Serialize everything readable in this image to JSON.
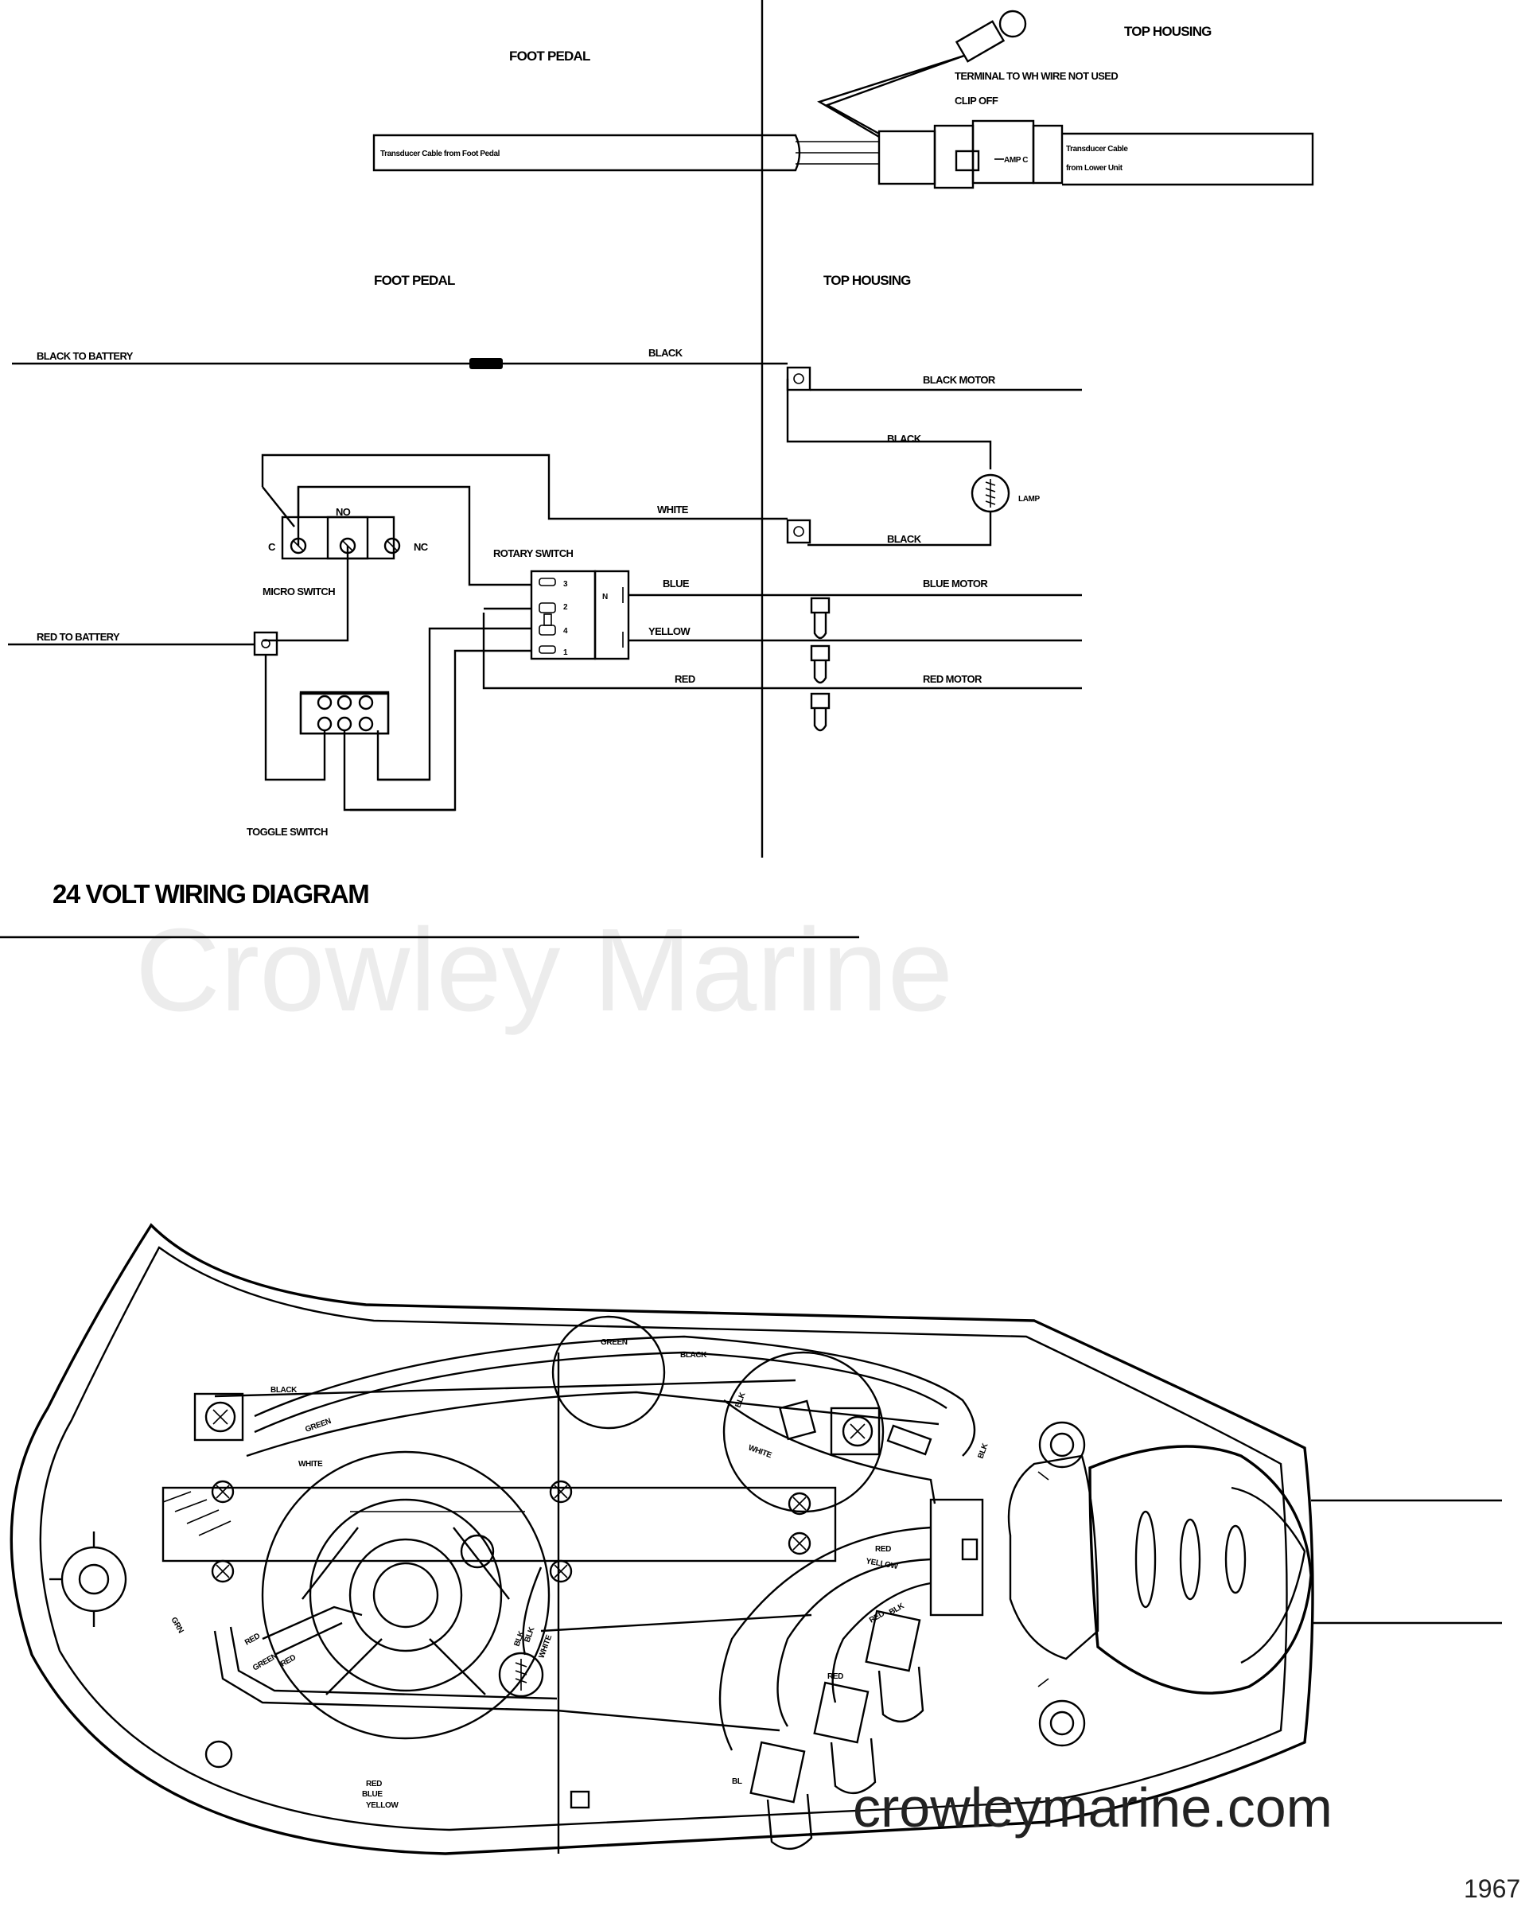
{
  "watermark": "Crowley Marine",
  "transducer_diagram": {
    "foot_pedal_header": "FOOT PEDAL",
    "top_housing_header": "TOP HOUSING",
    "terminal_note": "TERMINAL TO WH WIRE NOT USED",
    "clip_off": "CLIP OFF",
    "cable_from_pedal": "Transducer Cable from Foot Pedal",
    "amp_c": "AMP C",
    "cable_from_lower_line1": "Transducer Cable",
    "cable_from_lower_line2": "from Lower Unit"
  },
  "wiring_diagram": {
    "foot_pedal_header": "FOOT PEDAL",
    "top_housing_header": "TOP HOUSING",
    "black_to_battery": "BLACK TO BATTERY",
    "black": "BLACK",
    "black_motor": "BLACK MOTOR",
    "black_2": "BLACK",
    "lamp": "LAMP",
    "white": "WHITE",
    "black_3": "BLACK",
    "no": "NO",
    "c": "C",
    "nc": "NC",
    "micro_switch": "MICRO SWITCH",
    "rotary_switch": "ROTARY SWITCH",
    "n": "N",
    "pin_3": "3",
    "pin_2": "2",
    "pin_4": "4",
    "pin_1": "1",
    "blue": "BLUE",
    "blue_motor": "BLUE MOTOR",
    "yellow": "YELLOW",
    "red": "RED",
    "red_motor": "RED MOTOR",
    "red_to_battery": "RED TO BATTERY",
    "toggle_switch": "TOGGLE SWITCH",
    "title": "24 VOLT WIRING DIAGRAM"
  },
  "housing_illustration": {
    "wire_labels": {
      "green_top": "GREEN",
      "black_top": "BLACK",
      "black_left": "BLACK",
      "green_mid": "GREEN",
      "white_mid": "WHITE",
      "blk_right": "BLK",
      "white_right": "WHITE",
      "blk_far": "BLK",
      "grn_left": "GRN",
      "red_a": "RED",
      "green_low": "GREEN",
      "red_low": "RED",
      "blk_center": "BLK",
      "white_center": "WHITE",
      "blk_lamp": "BLK",
      "red_b": "RED",
      "yellow_a": "YELLOW",
      "red_c": "RED",
      "blk_d": "BLK",
      "red_d": "RED",
      "red_bottom": "RED",
      "blue_bottom": "BLUE",
      "yellow_bottom": "YELLOW",
      "bl": "BL"
    }
  },
  "footer": {
    "url": "crowleymarine.com",
    "page_number": "1967"
  }
}
